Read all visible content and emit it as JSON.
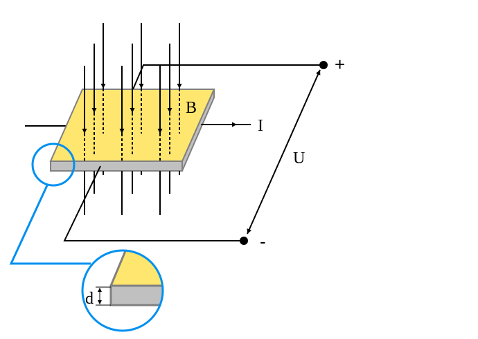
{
  "labels": {
    "field": "B",
    "current": "I",
    "voltage": "U",
    "plus": "+",
    "minus": "-",
    "thickness": "d"
  },
  "colors": {
    "plate_top": "#ffe66e",
    "plate_edge": "#c0c0c0",
    "plate_outline": "#808080",
    "magnifier": "#0090f0",
    "lines": "#000000"
  }
}
